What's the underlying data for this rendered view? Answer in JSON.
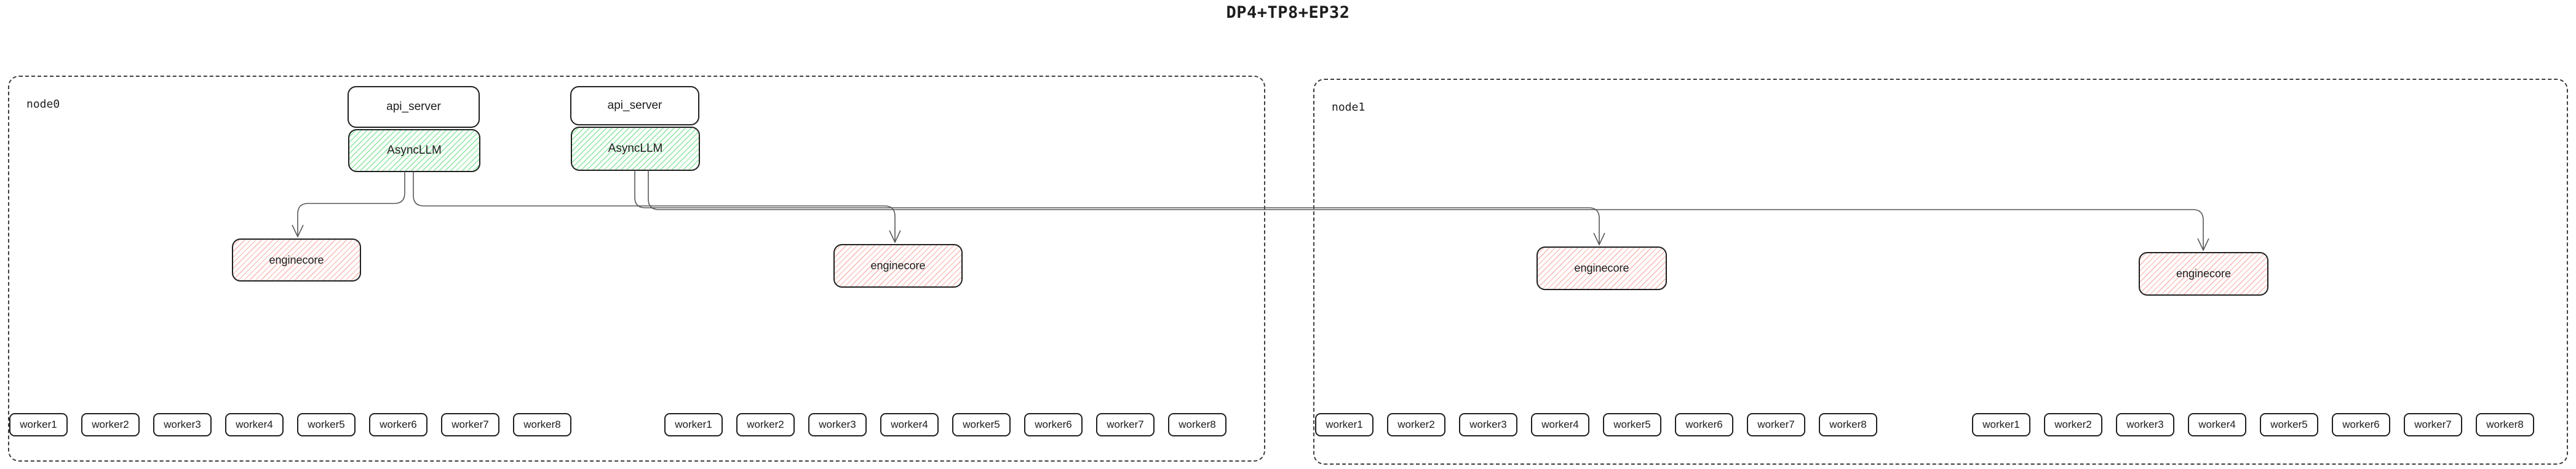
{
  "title": "DP4+TP8+EP32",
  "colors": {
    "text": "#1c1c1c",
    "box_border": "#1f1f1f",
    "node_border": "#3d3d3d",
    "edge": "#585858",
    "green_hatch": "#8ce6a3",
    "async_bg": "#fbfefb",
    "red_hatch": "#f6b6b0",
    "engine_bg": "#fffdfd"
  },
  "node0": {
    "label": "node0",
    "api_servers": [
      {
        "api_server_label": "api_server",
        "asyncllm_label": "AsyncLLM"
      },
      {
        "api_server_label": "api_server",
        "asyncllm_label": "AsyncLLM"
      }
    ],
    "enginecores": [
      {
        "label": "enginecore"
      },
      {
        "label": "enginecore"
      }
    ],
    "worker_groups": [
      {
        "workers": [
          "worker1",
          "worker2",
          "worker3",
          "worker4",
          "worker5",
          "worker6",
          "worker7",
          "worker8"
        ]
      },
      {
        "workers": [
          "worker1",
          "worker2",
          "worker3",
          "worker4",
          "worker5",
          "worker6",
          "worker7",
          "worker8"
        ]
      }
    ]
  },
  "node1": {
    "label": "node1",
    "enginecores": [
      {
        "label": "enginecore"
      },
      {
        "label": "enginecore"
      }
    ],
    "worker_groups": [
      {
        "workers": [
          "worker1",
          "worker2",
          "worker3",
          "worker4",
          "worker5",
          "worker6",
          "worker7",
          "worker8"
        ]
      },
      {
        "workers": [
          "worker1",
          "worker2",
          "worker3",
          "worker4",
          "worker5",
          "worker6",
          "worker7",
          "worker8"
        ]
      }
    ]
  }
}
